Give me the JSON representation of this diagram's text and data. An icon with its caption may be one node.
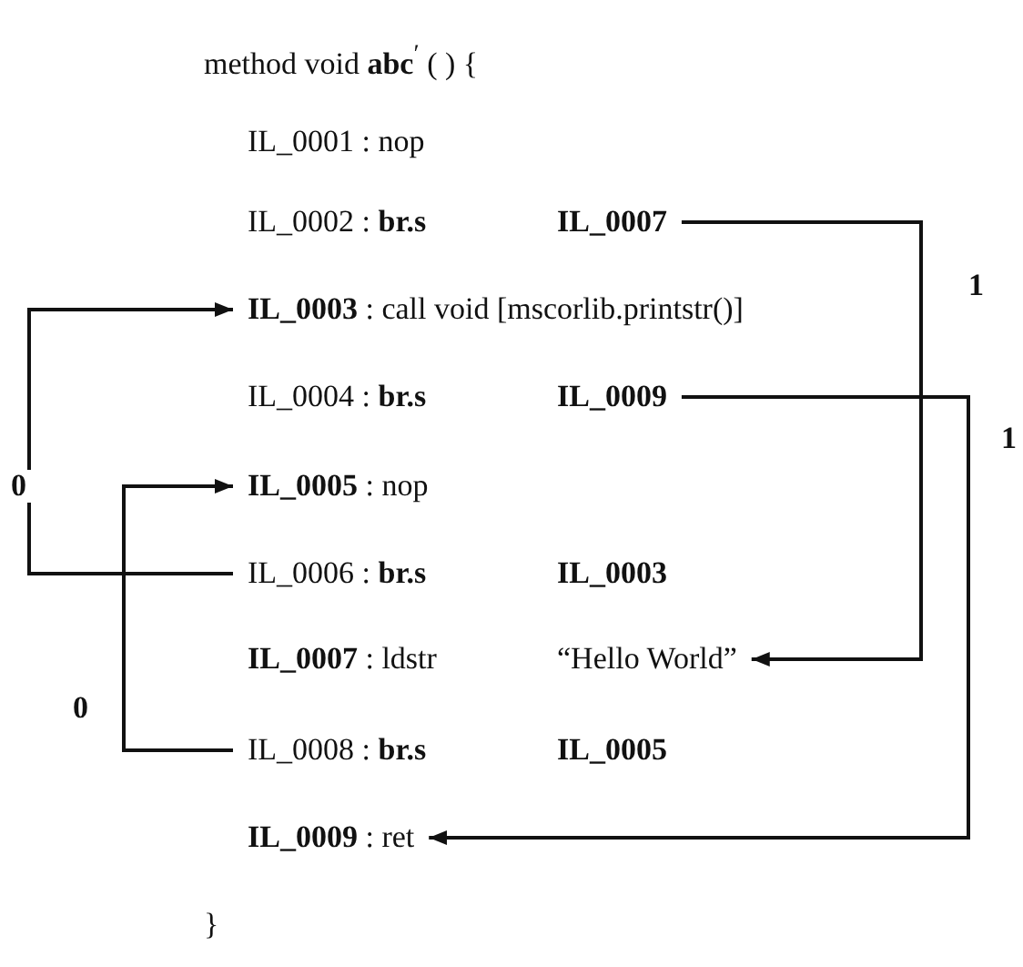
{
  "diagram": {
    "nodes": [
      {
        "text": [
          "IL_0002 : **br.s**",
          "**IL_0007**"
        ]
      },
      {
        "text": [
          "**IL_0003** : call  void [mscorlib.printstr()]"
        ]
      },
      {
        "text": [
          "IL_0004 : **br.s**",
          "**IL_0009**"
        ]
      },
      {
        "text": [
          "**IL_0005** : nop"
        ]
      },
      {
        "text": [
          "IL_0006 : **br.s**",
          "**IL_0003**"
        ]
      },
      {
        "text": [
          "**IL_0007** : ldstr",
          "“Hello World”"
        ]
      },
      {
        "text": [
          "IL_0008 : **br.s**",
          "**IL_0005**"
        ]
      },
      {
        "text": [
          "**IL_0009** : ret"
        ]
      }
    ],
    "edges": [
      {
        "from": 0,
        "to": 5,
        "arrow": "to",
        "label": "1"
      },
      {
        "from": 2,
        "to": 7,
        "arrow": "to",
        "label": "1"
      },
      {
        "from": 4,
        "to": 1,
        "arrow": "to",
        "label": "0"
      },
      {
        "from": 6,
        "to": 3,
        "arrow": "to",
        "label": "0"
      }
    ],
    "labels": [
      "method void **abc**$^{′}$ ( ) {",
      "IL_0001 : nop",
      "}"
    ]
  }
}
